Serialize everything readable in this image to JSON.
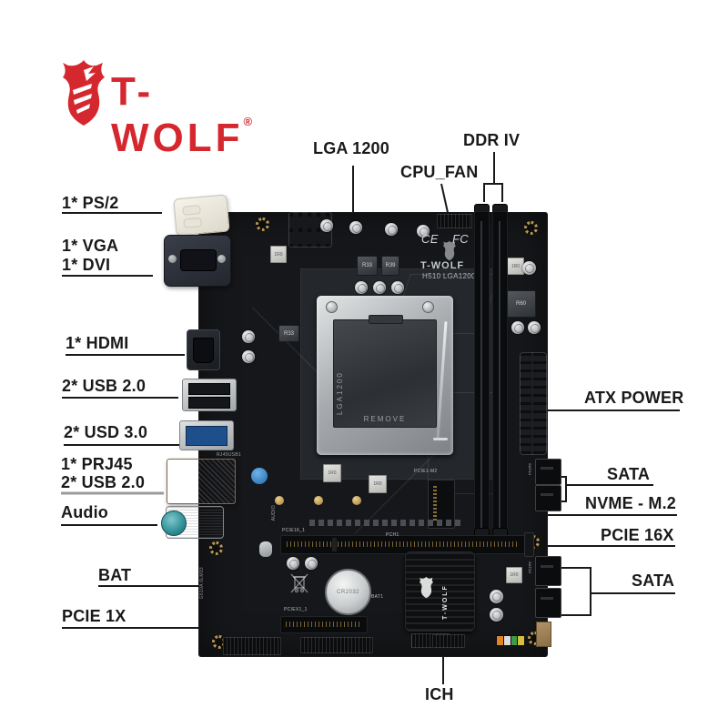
{
  "brand": {
    "name": "T-WOLF",
    "registered": "®",
    "color": "#d5282e"
  },
  "callouts": {
    "ps2": {
      "label": "1* PS/2"
    },
    "vga": {
      "label": "1* VGA"
    },
    "dvi": {
      "label": "1* DVI"
    },
    "hdmi": {
      "label": "1* HDMI"
    },
    "usb20_rear": {
      "label": "2* USB 2.0"
    },
    "usd30": {
      "label": "2* USD 3.0"
    },
    "prj45": {
      "label": "1* PRJ45"
    },
    "usb20_front": {
      "label": "2* USB 2.0"
    },
    "audio": {
      "label": "Audio"
    },
    "bat": {
      "label": "BAT"
    },
    "pcie1x": {
      "label": "PCIE 1X"
    },
    "lga1200": {
      "label": "LGA 1200"
    },
    "cpu_fan": {
      "label": "CPU_FAN"
    },
    "ddr4": {
      "label": "DDR IV"
    },
    "atx_power": {
      "label": "ATX POWER"
    },
    "sata_top": {
      "label": "SATA"
    },
    "nvme_m2": {
      "label": "NVME - M.2"
    },
    "pcie16x": {
      "label": "PCIE 16X"
    },
    "sata_bottom": {
      "label": "SATA"
    },
    "ich": {
      "label": "ICH"
    }
  },
  "board": {
    "socket_cover": {
      "model": "LGA1200",
      "remove": "REMOVE"
    },
    "silkscreen": {
      "brand": "T-WOLF",
      "model": "H510 LGA1200",
      "ce": "CE",
      "fcc": "FC",
      "pcie16": "PCIE16_1",
      "pciex1": "PCIEX1_1",
      "m2": "PCIE1-M2",
      "pch": "PCH1",
      "bat1": "BAT1",
      "audio": "AUDIO",
      "rj45": "RJ45USB1",
      "edge": "G510A 6LM93",
      "sata1": "SATA1",
      "sata2": "SATA2"
    },
    "heatsink_brand": "T-WOLF",
    "chokes": {
      "r33": "R33",
      "r39": "R39",
      "r60": "R60",
      "white": "1R0"
    },
    "battery": {
      "model": "CR2032"
    }
  }
}
